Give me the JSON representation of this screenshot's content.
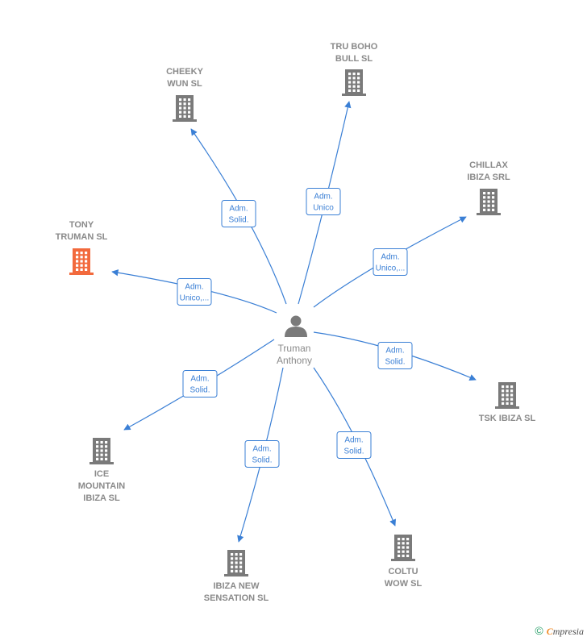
{
  "colors": {
    "edge": "#3a7fd5",
    "building": "#7a7a7a",
    "building_highlight": "#f26a3d",
    "text": "#8a8a8a"
  },
  "person": {
    "name_lines": [
      "Truman",
      "Anthony"
    ],
    "icon": "person-icon"
  },
  "companies": [
    {
      "id": "tony-truman",
      "lines": [
        "TONY",
        "TRUMAN  SL"
      ],
      "icon": "building-icon",
      "highlight": true
    },
    {
      "id": "cheeky-wun",
      "lines": [
        "CHEEKY",
        "WUN  SL"
      ],
      "icon": "building-icon",
      "highlight": false
    },
    {
      "id": "tru-boho-bull",
      "lines": [
        "TRU BOHO",
        "BULL SL"
      ],
      "icon": "building-icon",
      "highlight": false
    },
    {
      "id": "chillax-ibiza",
      "lines": [
        "CHILLAX",
        "IBIZA SRL"
      ],
      "icon": "building-icon",
      "highlight": false
    },
    {
      "id": "tsk-ibiza",
      "lines": [
        "TSK IBIZA  SL"
      ],
      "icon": "building-icon",
      "highlight": false
    },
    {
      "id": "coltu-wow",
      "lines": [
        "COLTU",
        "WOW  SL"
      ],
      "icon": "building-icon",
      "highlight": false
    },
    {
      "id": "ibiza-new-sensation",
      "lines": [
        "IBIZA NEW",
        "SENSATION  SL"
      ],
      "icon": "building-icon",
      "highlight": false
    },
    {
      "id": "ice-mountain-ibiza",
      "lines": [
        "ICE",
        "MOUNTAIN",
        "IBIZA SL"
      ],
      "icon": "building-icon",
      "highlight": false
    }
  ],
  "edges": [
    {
      "target": "tony-truman",
      "role_lines": [
        "Adm.",
        "Unico,..."
      ]
    },
    {
      "target": "cheeky-wun",
      "role_lines": [
        "Adm.",
        "Solid."
      ]
    },
    {
      "target": "tru-boho-bull",
      "role_lines": [
        "Adm.",
        "Unico"
      ]
    },
    {
      "target": "chillax-ibiza",
      "role_lines": [
        "Adm.",
        "Unico,..."
      ]
    },
    {
      "target": "tsk-ibiza",
      "role_lines": [
        "Adm.",
        "Solid."
      ]
    },
    {
      "target": "coltu-wow",
      "role_lines": [
        "Adm.",
        "Solid."
      ]
    },
    {
      "target": "ibiza-new-sensation",
      "role_lines": [
        "Adm.",
        "Solid."
      ]
    },
    {
      "target": "ice-mountain-ibiza",
      "role_lines": [
        "Adm.",
        "Solid."
      ]
    }
  ],
  "footer": {
    "copyright_symbol": "©",
    "brand_first": "C",
    "brand_rest": "mpresia"
  }
}
